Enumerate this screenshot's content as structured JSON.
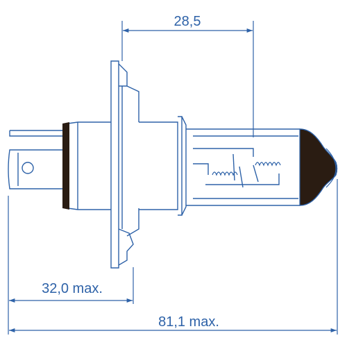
{
  "dimensions": {
    "top": "28,5",
    "middle": "32,0 max.",
    "bottom": "81,1 max."
  },
  "colors": {
    "line": "#2e62a8",
    "base_dark": "#2a1c12",
    "background": "#ffffff"
  }
}
